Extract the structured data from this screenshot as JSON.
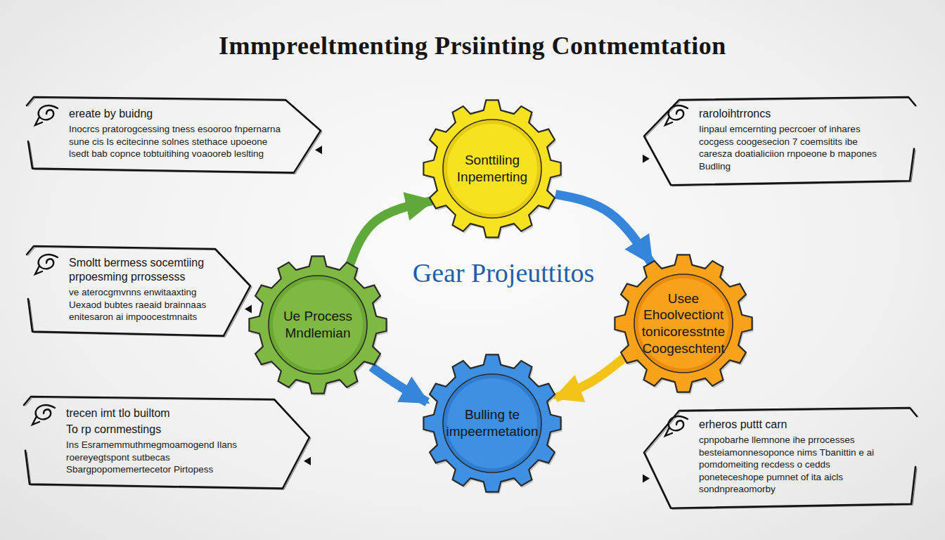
{
  "diagram": {
    "title": "Immpreeltmenting Prsiinting Contmemtation",
    "nodes": [
      {
        "text": [
          "ereate by buidng",
          "Inocrcs pratorogcessing tness esooroo fnpernarna sune cis Is ecitecinne solnes stethace upoeone lsedt bab copnce tobtuitihing voaooreb leslting"
        ]
      },
      {
        "text": [
          "Sonttiling Inpemerting"
        ]
      },
      {
        "text": [
          "raroloihtrroncs",
          "Iinpaul emcernting pecrcoer of inhares cocgess coogesecion 7 coemsitits ibe caresza doatialiciion rnpoeone b mapones Budling"
        ]
      },
      {
        "text": [
          "Smoltt bermess socemtiing prpoesming prrossesss",
          "ve aterocgmvnns enwitaaxting Uexaod bubtes raeaid brainnaas enitesaron ai impoocestmnaits"
        ]
      },
      {
        "text": [
          "Ue Process Mndlemian"
        ]
      },
      {
        "text": [
          "Usee Ehoolvectiont tonicoresstnte Coogeschtent"
        ]
      },
      {
        "text": [
          "Bulling te impeermetation"
        ]
      },
      {
        "text": [
          "trecen imt tlo builtom",
          "To rp cornmestings",
          "Ins Esramemmuthmegmoamogend Ilans roereyegtspont sutbecas Sbargpopomemertecetor Pirtopess"
        ]
      },
      {
        "text": [
          "erheros puttt carn",
          "cpnpobarhe llemnone ihe prrocesses besteiamonnesoponce nims Tbanittin e ai pomdomeiting recdess o cedds poneteceshope pumnet of ita aicls sondnpreaomorby"
        ]
      }
    ],
    "edges": [
      {
        "from": 4,
        "to": 1,
        "arrow": "to"
      },
      {
        "from": 1,
        "to": 5,
        "arrow": "to"
      },
      {
        "from": 4,
        "to": 6,
        "arrow": "to"
      },
      {
        "from": 5,
        "to": 6,
        "arrow": "to"
      }
    ],
    "labels": [
      "Gear Projeuttitos"
    ]
  }
}
